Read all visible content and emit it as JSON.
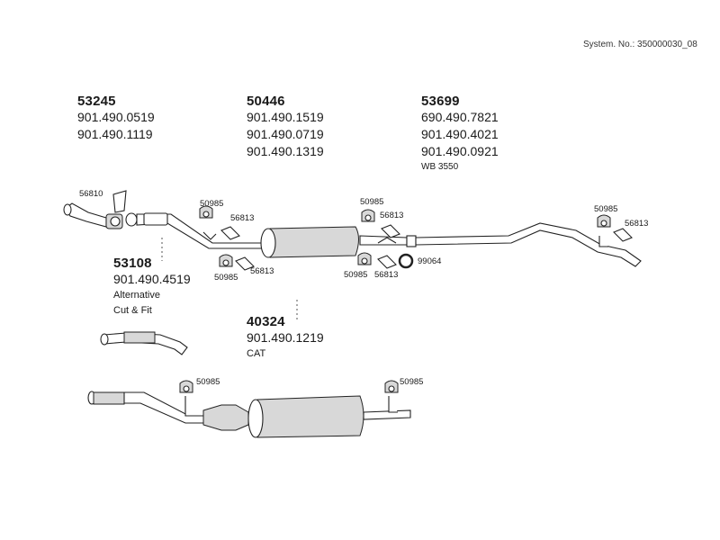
{
  "system_number": "System. No.: 350000030_08",
  "groups": [
    {
      "code": "53245",
      "parts": [
        "901.490.0519",
        "901.490.1119"
      ]
    },
    {
      "code": "50446",
      "parts": [
        "901.490.1519",
        "901.490.0719",
        "901.490.1319"
      ]
    },
    {
      "code": "53699",
      "parts": [
        "690.490.7821",
        "901.490.4021",
        "901.490.0921"
      ],
      "note": "WB 3550"
    },
    {
      "code": "53108",
      "parts": [
        "901.490.4519"
      ],
      "notes": [
        "Alternative",
        "Cut & Fit"
      ]
    },
    {
      "code": "40324",
      "parts": [
        "901.490.1219"
      ],
      "note": "CAT"
    }
  ],
  "callouts": {
    "c56810": "56810",
    "c50985a": "50985",
    "c56813a": "56813",
    "c50985b": "50985",
    "c56813b": "56813",
    "c50985c": "50985",
    "c56813c": "56813",
    "c50985d": "50985",
    "c56813d": "56813",
    "c99064": "99064",
    "c50985e": "50985",
    "c56813e": "56813",
    "c50985f": "50985",
    "c50985g": "50985"
  }
}
